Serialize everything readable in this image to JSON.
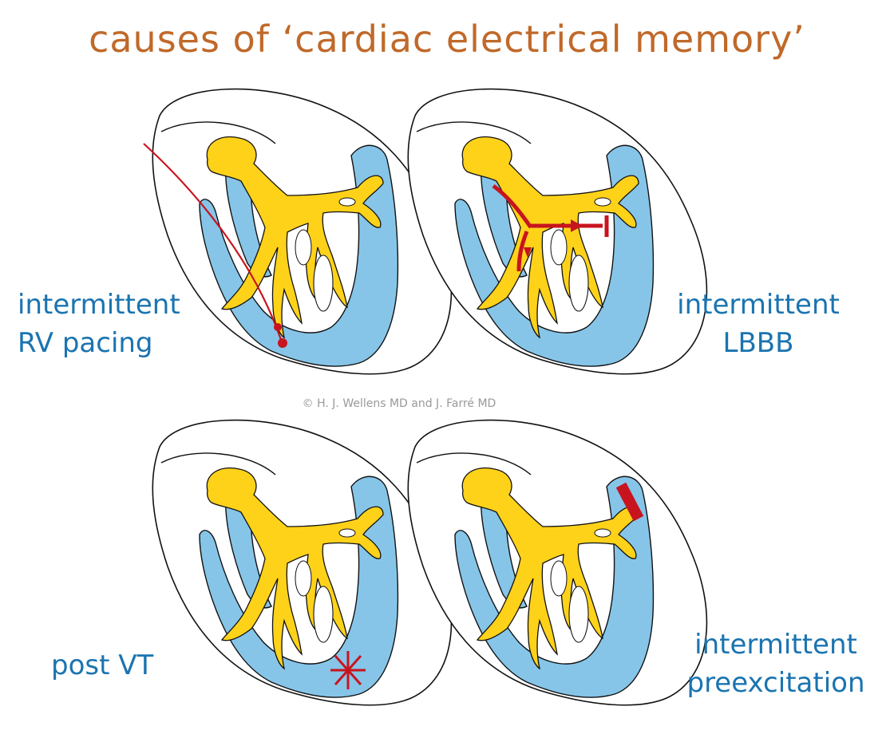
{
  "title": "causes of ‘cardiac electrical memory’",
  "copyright": "© H. J. Wellens MD and J. Farré MD",
  "panels": {
    "rv_pacing": {
      "line1": "intermittent",
      "line2": "RV pacing"
    },
    "lbbb": {
      "line1": "intermittent",
      "line2": "LBBB"
    },
    "post_vt": {
      "line1": "post VT"
    },
    "preexcitation": {
      "line1": "intermittent",
      "line2": "preexcitation"
    }
  },
  "colors": {
    "title": "#c0692a",
    "label": "#1a74b0",
    "myocardium": "#86c5e8",
    "conduction_system": "#ffd21a",
    "marker": "#c8141e"
  }
}
